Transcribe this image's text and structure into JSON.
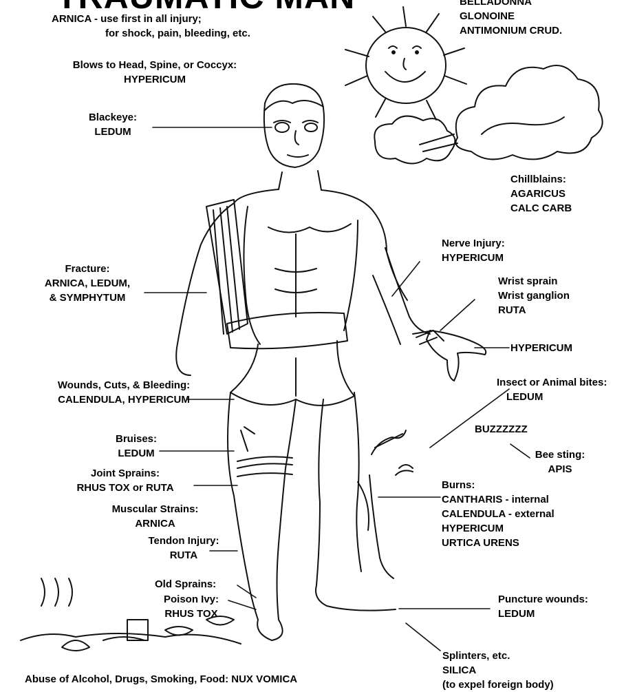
{
  "title": "TRAUMATIC MAN",
  "arnica": {
    "line1": "ARNICA - use first in all injury;",
    "line2": "for shock, pain, bleeding, etc."
  },
  "sun_remedies": [
    "BELLADONNA",
    "GLONOINE",
    "ANTIMONIUM CRUD."
  ],
  "head": {
    "heading": "Blows to Head, Spine, or Coccyx:",
    "remedy": "HYPERICUM"
  },
  "blackeye": {
    "heading": "Blackeye:",
    "remedy": "LEDUM"
  },
  "chillblains": {
    "heading": "Chillblains:",
    "remedies": [
      "AGARICUS",
      "CALC CARB"
    ]
  },
  "nerve": {
    "heading": "Nerve Injury:",
    "remedy": "HYPERICUM"
  },
  "fracture": {
    "heading": "Fracture:",
    "line1": "ARNICA, LEDUM,",
    "line2": "& SYMPHYTUM"
  },
  "wrist": {
    "line1": "Wrist sprain",
    "line2": "Wrist ganglion",
    "remedy": "RUTA"
  },
  "hand": {
    "remedy": "HYPERICUM"
  },
  "wounds": {
    "heading": "Wounds, Cuts, & Bleeding:",
    "remedy": "CALENDULA, HYPERICUM"
  },
  "insect": {
    "heading": "Insect or Animal bites:",
    "remedy": "LEDUM"
  },
  "buzz": "BUZZZZZZ",
  "bruises": {
    "heading": "Bruises:",
    "remedy": "LEDUM"
  },
  "bee": {
    "heading": "Bee sting:",
    "remedy": "APIS"
  },
  "joint": {
    "heading": "Joint Sprains:",
    "remedy": "RHUS TOX or RUTA"
  },
  "burns": {
    "heading": "Burns:",
    "remedies": [
      "CANTHARIS - internal",
      "CALENDULA - external",
      "HYPERICUM",
      "URTICA URENS"
    ]
  },
  "muscular": {
    "heading": "Muscular Strains:",
    "remedy": "ARNICA"
  },
  "tendon": {
    "heading": "Tendon Injury:",
    "remedy": "RUTA"
  },
  "old_sprains": {
    "heading": "Old Sprains:"
  },
  "poison": {
    "heading": "Poison Ivy:",
    "remedy": "RHUS TOX"
  },
  "puncture": {
    "heading": "Puncture wounds:",
    "remedy": "LEDUM"
  },
  "splinters": {
    "heading": "Splinters, etc.",
    "remedy": "SILICA",
    "note": "(to expel foreign body)"
  },
  "abuse": "Abuse of Alcohol, Drugs, Smoking, Food: NUX VOMICA"
}
